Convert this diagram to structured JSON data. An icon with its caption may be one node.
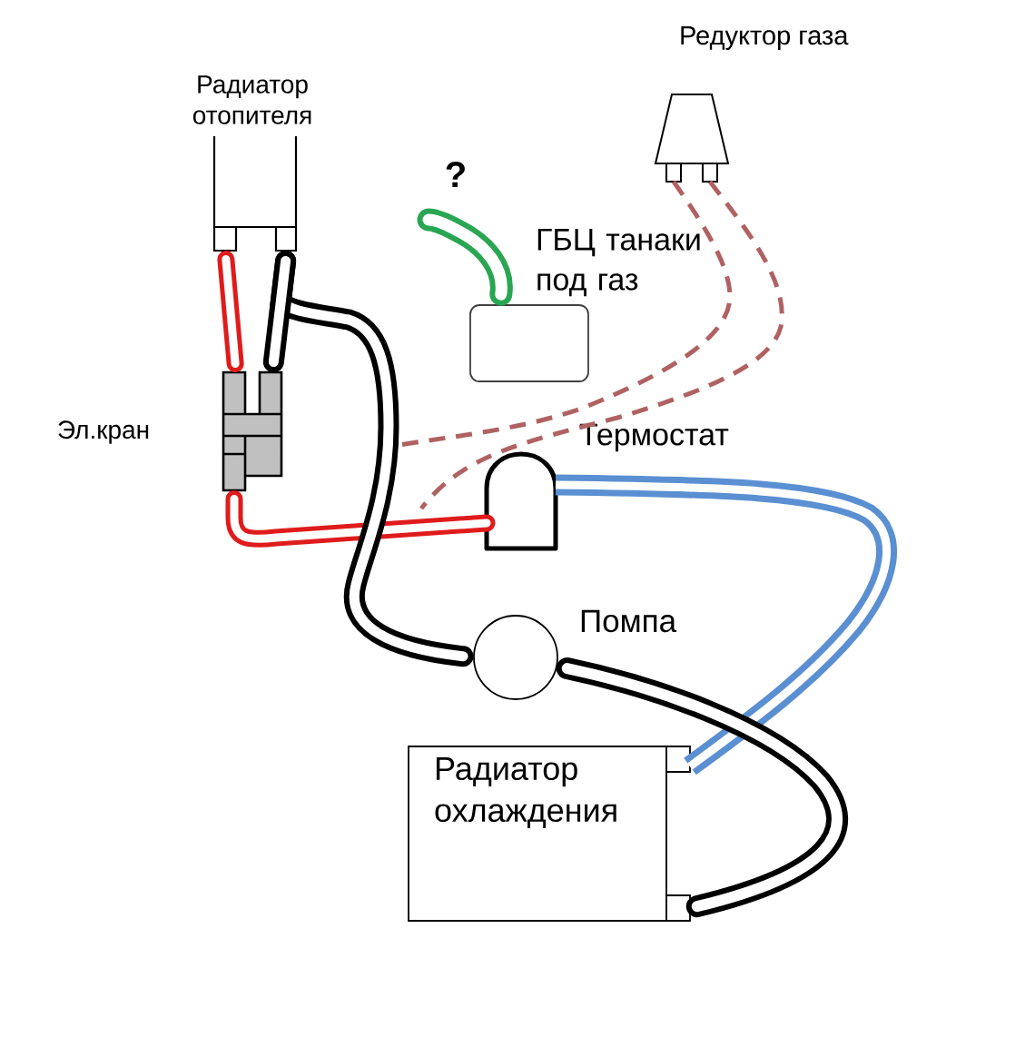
{
  "diagram": {
    "nodes": [
      {
        "text": [
          "Радиатор отопителя"
        ]
      },
      {
        "text": [
          "Эл.кран"
        ]
      },
      {
        "text": [
          "ГБЦ танаки под газ"
        ]
      },
      {
        "text": [
          "Редуктор газа"
        ]
      },
      {
        "text": [
          "Термостат"
        ]
      },
      {
        "text": [
          "Помпа"
        ]
      },
      {
        "text": [
          "Радиатор охлаждения"
        ]
      }
    ],
    "edges": [
      {
        "from": 0,
        "to": 1,
        "arrow": "none",
        "color": "#e01b1b"
      },
      {
        "from": 0,
        "to": 1,
        "arrow": "none"
      },
      {
        "from": 1,
        "to": 4,
        "arrow": "none",
        "color": "#e01b1b"
      },
      {
        "from": 0,
        "to": 5,
        "arrow": "none"
      },
      {
        "from": 4,
        "to": 6,
        "arrow": "none",
        "color": "#5a8fd2"
      },
      {
        "from": 5,
        "to": 6,
        "arrow": "none"
      },
      {
        "from": 2,
        "to": null,
        "arrow": "none",
        "color": "#2aa653",
        "label": "?"
      },
      {
        "from": 3,
        "to": null,
        "arrow": "none",
        "style": "dashed",
        "color": "#b06262"
      },
      {
        "from": 3,
        "to": null,
        "arrow": "none",
        "style": "dashed",
        "color": "#b06262"
      }
    ]
  }
}
